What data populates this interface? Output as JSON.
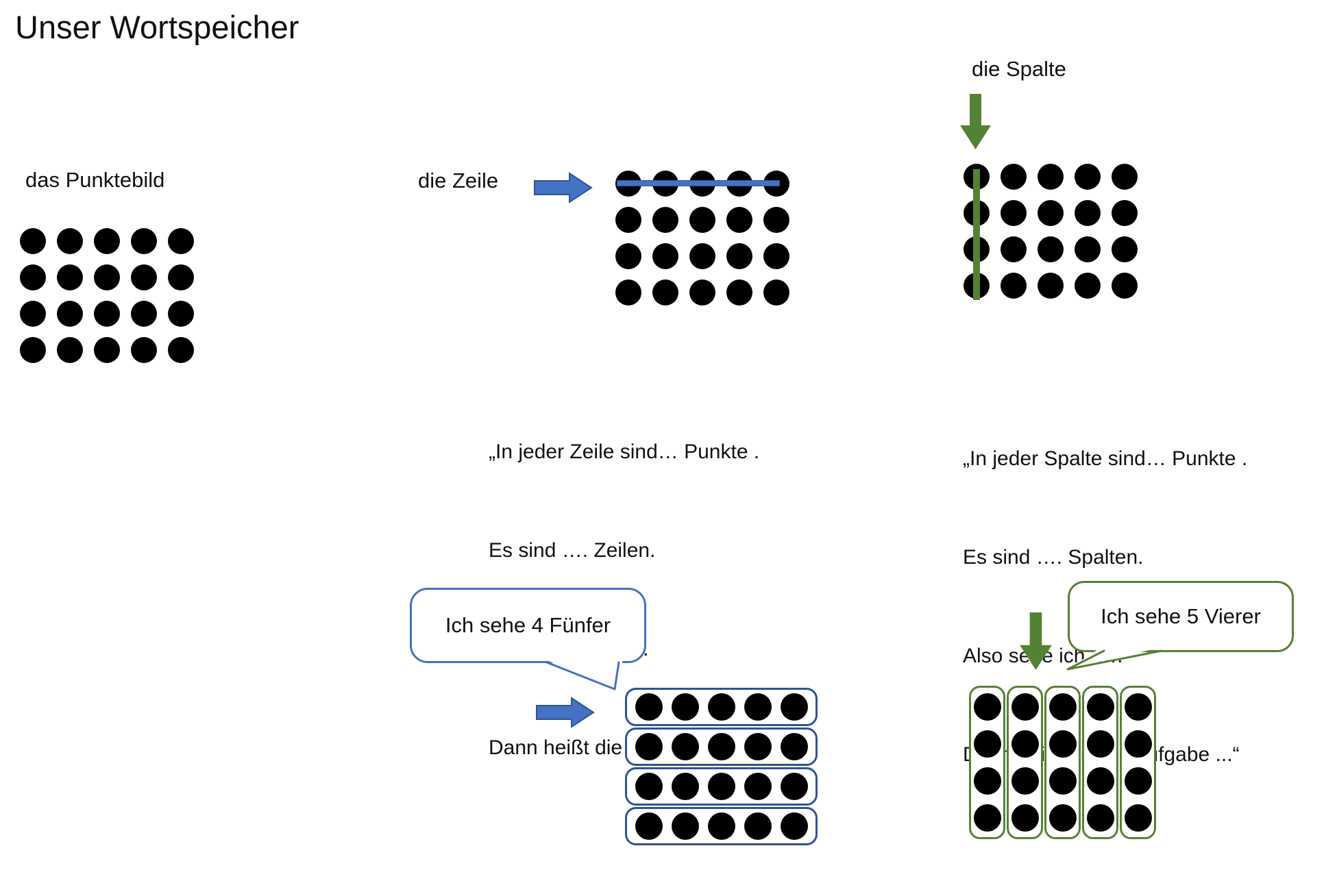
{
  "title": "Unser Wortspeicher",
  "punktebild": {
    "label": "das Punktebild"
  },
  "zeile": {
    "label": "die Zeile",
    "lines": [
      "„In jeder Zeile sind… Punkte .",
      "Es sind …. Zeilen.",
      "Also sehe ich  ….",
      "Dann heißt die Malaufgabe ...“"
    ],
    "bubble": "Ich sehe 4 Fünfer"
  },
  "spalte": {
    "label": "die Spalte",
    "lines": [
      "„In jeder Spalte sind… Punkte .",
      "Es sind …. Spalten.",
      "Also sehe ich  ….",
      "Dann heißt die Malaufgabe ...“"
    ],
    "bubble": "Ich sehe 5 Vierer"
  },
  "grids": {
    "punktebild": {
      "rows": 4,
      "cols": 5
    },
    "zeile": {
      "rows": 4,
      "cols": 5
    },
    "spalte": {
      "rows": 4,
      "cols": 5
    }
  },
  "groups": {
    "rows": {
      "count": 4,
      "dots_per_group": 5,
      "orientation": "row",
      "group_name": "fuenfer-row-box"
    },
    "cols": {
      "count": 5,
      "dots_per_group": 4,
      "orientation": "column",
      "group_name": "vierer-column-box"
    }
  },
  "colors": {
    "blue": "#4472C4",
    "dark_blue": "#2F5496",
    "green": "#548235",
    "dot": "#000000"
  }
}
